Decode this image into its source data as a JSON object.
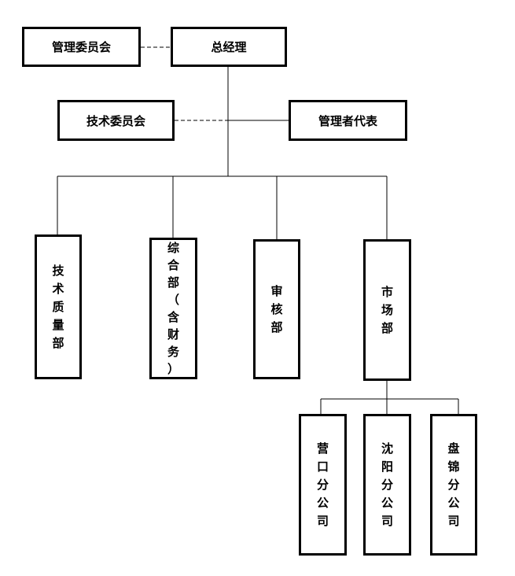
{
  "diagram": {
    "general_manager": "总经理",
    "management_committee": "管理委员会",
    "technical_committee": "技术委员会",
    "management_representative": "管理者代表",
    "departments": {
      "technical_quality": "技术质量部",
      "general_affairs": "综合部（含财务）",
      "audit": "审核部",
      "market": "市场部"
    },
    "branches": {
      "yingkou": "营口分公司",
      "shenyang": "沈阳分公司",
      "panjin": "盘锦分公司"
    }
  }
}
